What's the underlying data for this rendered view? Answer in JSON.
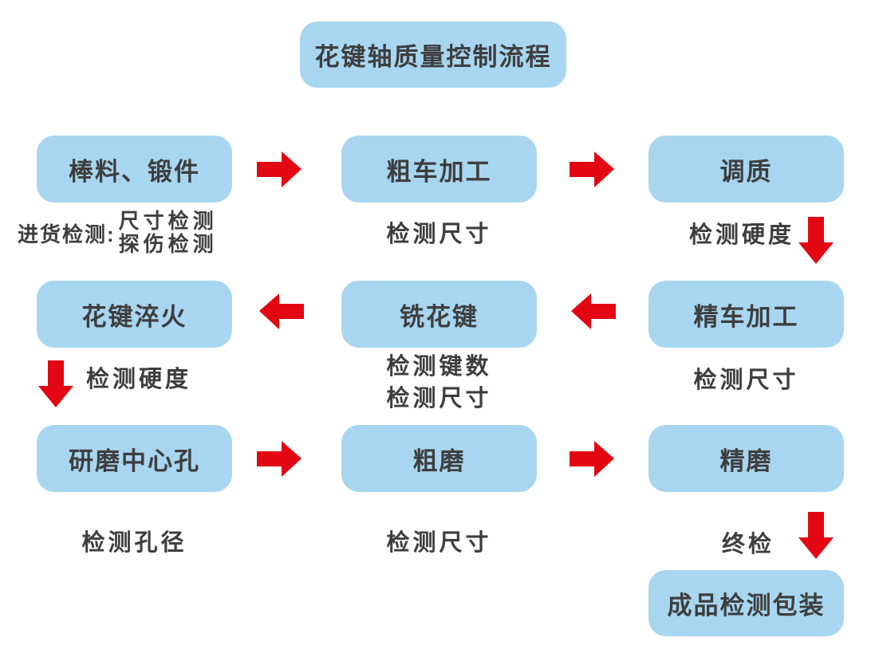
{
  "page": {
    "title": "花键轴质量控制流程"
  },
  "nodes": {
    "title": "花键轴质量控制流程",
    "bar_stock": "棒料、锻件",
    "rough_turning": "粗车加工",
    "tempering": "调质",
    "spline_quenching": "花键淬火",
    "spline_milling": "铣花键",
    "fine_turning": "精车加工",
    "center_hole_grinding": "研磨中心孔",
    "rough_grinding": "粗磨",
    "fine_grinding": "精磨",
    "finished_packaging": "成品检测包装"
  },
  "inspections": {
    "incoming_prefix": "进货检测:",
    "incoming_item1": "尺寸检测",
    "incoming_item2": "探伤检测",
    "after_rough_turning": "检测尺寸",
    "after_tempering": "检测硬度",
    "after_spline_quenching": "检测硬度",
    "after_spline_milling_1": "检测键数",
    "after_spline_milling_2": "检测尺寸",
    "after_fine_turning": "检测尺寸",
    "after_center_hole_grinding": "检测孔径",
    "after_rough_grinding": "检测尺寸",
    "after_fine_grinding": "终检"
  },
  "icons": {
    "arrow_right": "red-arrow-right",
    "arrow_left": "red-arrow-left",
    "arrow_down": "red-arrow-down"
  },
  "colors": {
    "box_blue": "#A8D6F0",
    "arrow_red": "#E30613",
    "text_dark": "#3E3E3E",
    "background": "#FFFFFF"
  }
}
